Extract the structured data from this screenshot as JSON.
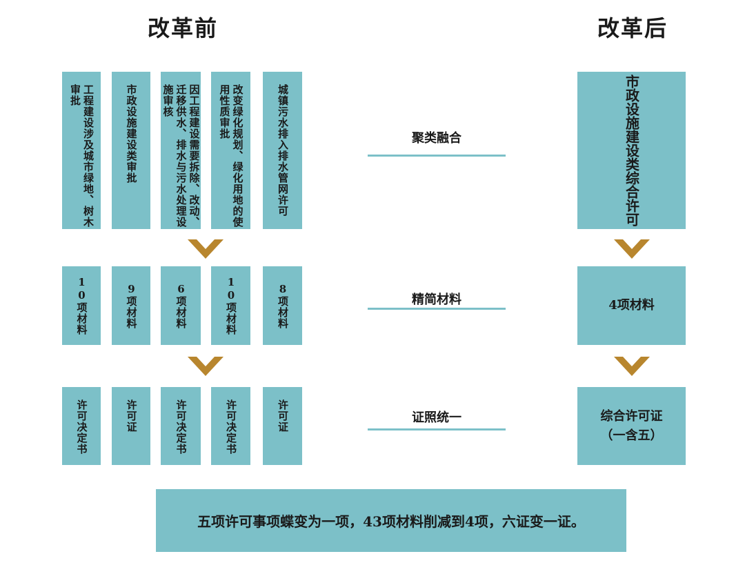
{
  "headings": {
    "before": "改革前",
    "after": "改革后"
  },
  "before": {
    "permits": [
      "工程建设涉及城市绿地、树木审批",
      "市政设施建设类审批",
      "因工程建设需要拆除、改动、迁移供水、排水与污水处理设施审核",
      "改变绿化规划、绿化用地的使用性质审批",
      "城镇污水排入排水管网许可"
    ],
    "materials": [
      "10项材料",
      "9项材料",
      "6项材料",
      "10项材料",
      "8项材料"
    ],
    "certificates": [
      "许可决定书",
      "许可证",
      "许可决定书",
      "许可决定书",
      "许可证"
    ]
  },
  "middle": {
    "merge": "聚类融合",
    "simplify": "精简材料",
    "unify": "证照统一"
  },
  "after": {
    "permit": "市政设施建设类综合许可",
    "materials": "4项材料",
    "certificate": "综合许可证\n（一含五）"
  },
  "summary": "五项许可事项蝶变为一项，43项材料削减到4项，六证变一证。",
  "colors": {
    "box": "#7cc0c8",
    "chevron": "#b8862e",
    "line": "#7cc0c8"
  }
}
